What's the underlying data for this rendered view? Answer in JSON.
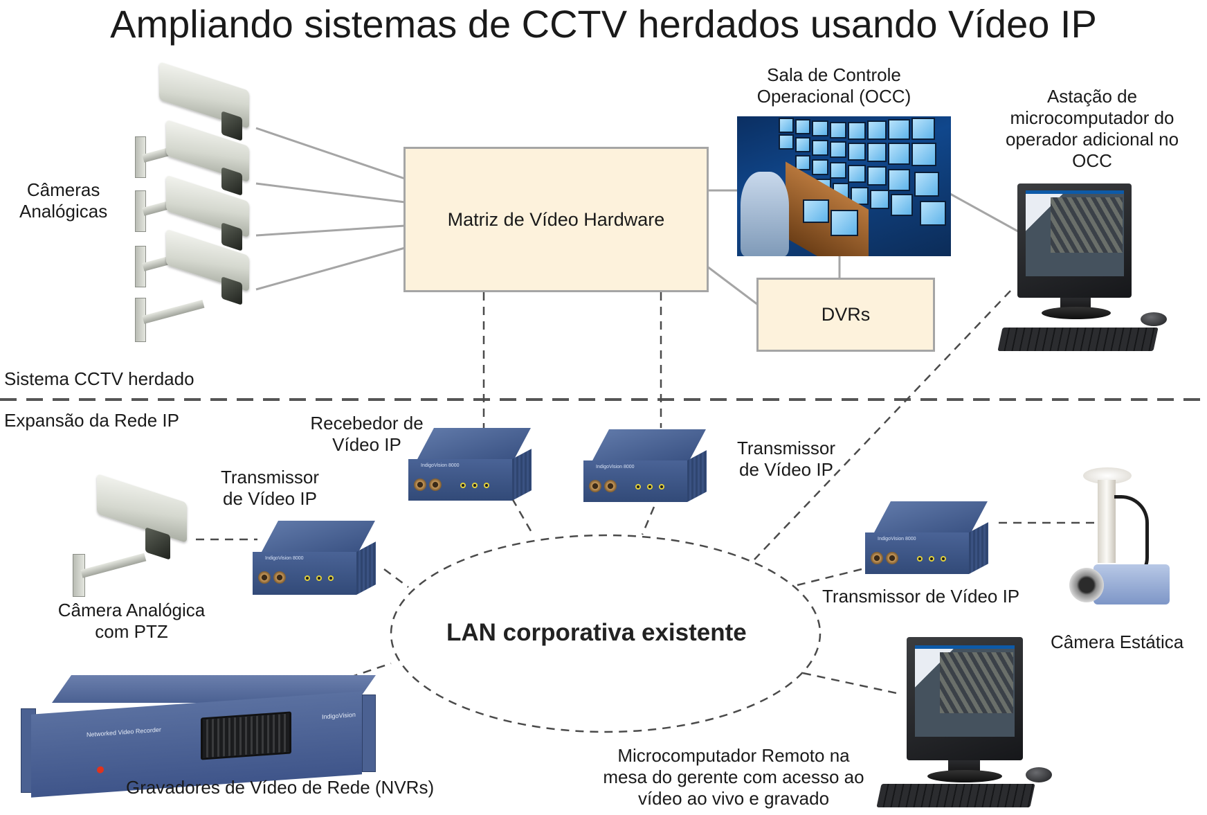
{
  "title": "Ampliando sistemas de CCTV herdados usando Vídeo IP",
  "sections": {
    "legacy": "Sistema CCTV herdado",
    "expansion": "Expansão da Rede IP"
  },
  "legacy_nodes": {
    "analog_cameras": {
      "line1": "Câmeras",
      "line2": "Analógicas",
      "count": 4
    },
    "video_matrix": "Matriz de Vídeo Hardware",
    "occ": {
      "line1": "Sala de Controle",
      "line2": "Operacional (OCC)"
    },
    "dvrs": "DVRs",
    "operator_workstation": {
      "line1": "Astação de",
      "line2": "microcomputador do",
      "line3": "operador adicional no",
      "line4": "OCC"
    }
  },
  "ip_nodes": {
    "receiver": {
      "line1": "Recebedor de",
      "line2": "Vídeo IP"
    },
    "transmitter_center": {
      "line1": "Transmissor",
      "line2": "de Vídeo IP"
    },
    "transmitter_left": {
      "line1": "Transmissor",
      "line2": "de Vídeo IP"
    },
    "ptz_camera": {
      "line1": "Câmera Analógica",
      "line2": "com PTZ"
    },
    "transmitter_right": "Transmissor de Vídeo IP",
    "static_camera": "Câmera Estática",
    "lan": "LAN corporativa existente",
    "nvr": {
      "label": "Gravadores de Vídeo de Rede (NVRs)",
      "panel_text": "Networked Video Recorder",
      "brand": "IndigoVision"
    },
    "remote_pc": {
      "line1": "Microcomputador Remoto na",
      "line2": "mesa do gerente com acesso ao",
      "line3": "vídeo ao vivo e gravado"
    }
  },
  "device_panel": {
    "model": "IndigoVision 8000"
  },
  "colors": {
    "box_fill": "#fdf2dc",
    "box_border": "#a5a5a5",
    "solid_link": "#a5a5a5",
    "dashed_link": "#4a4a4a",
    "device_blue": "#3f558a"
  }
}
